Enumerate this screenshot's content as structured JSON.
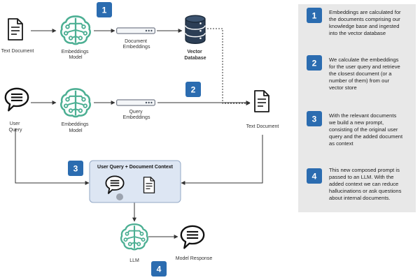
{
  "colors": {
    "badge": "#2b6cb0",
    "brain": "#4caf93",
    "panel": "#e8e8e8",
    "context_box_fill": "#dde6f3",
    "context_box_stroke": "#93a8c6",
    "arrow": "#333333"
  },
  "icons": {
    "document": "document-icon",
    "brain": "brain-network-icon",
    "embedding_bar": "embedding-bar-icon",
    "database": "database-icon",
    "chat": "speech-bubble-icon"
  },
  "nodes": {
    "text_document_in": "Text Document",
    "embeddings_model_1": [
      "Embeddings",
      "Model"
    ],
    "document_embeddings": [
      "Document",
      "Embeddings"
    ],
    "vector_database": [
      "Vector",
      "Database"
    ],
    "user_query": [
      "User",
      "Query"
    ],
    "embeddings_model_2": [
      "Embeddings",
      "Model"
    ],
    "query_embeddings": [
      "Query",
      "Embeddings"
    ],
    "text_document_out": "Text Document",
    "context_box_title": "User Query + Document Context",
    "llm": "LLM",
    "model_response": "Model Response"
  },
  "badges": {
    "b1": "1",
    "b2": "2",
    "b3": "3",
    "b4": "4"
  },
  "steps": [
    {
      "number": "1",
      "lines": [
        "Embeddings are calculated for",
        "the documents comprising our",
        "knowledge base and ingested",
        "into the vector database"
      ]
    },
    {
      "number": "2",
      "lines": [
        "We calculate the embeddings",
        "for the user query and retrieve",
        "the closest document (or a",
        "number of them) from our",
        "vector store"
      ]
    },
    {
      "number": "3",
      "lines": [
        "With the relevant documents",
        "we build a new prompt,",
        "consisting of the original user",
        "query and the added document",
        "as context"
      ]
    },
    {
      "number": "4",
      "lines": [
        "This new composed prompt is",
        "passed to an LLM. With the",
        "added context we can reduce",
        "hallucinations or ask questions",
        "about internal documents."
      ]
    }
  ]
}
